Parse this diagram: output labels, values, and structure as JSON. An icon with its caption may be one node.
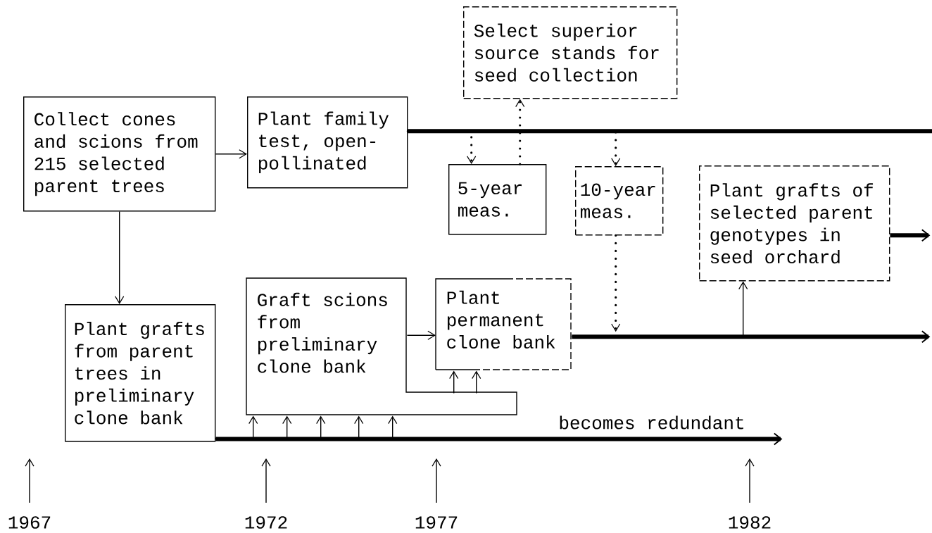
{
  "diagram": {
    "nodes": [
      {
        "text": [
          "Collect cones and scions from 215 selected parent trees"
        ]
      },
      {
        "text": [
          "Plant family test, open-pollinated"
        ]
      },
      {
        "text": [
          "Select superior source stands for seed collection"
        ]
      },
      {
        "text": [
          "5-year meas."
        ]
      },
      {
        "text": [
          "10-year meas."
        ]
      },
      {
        "text": [
          "Plant grafts of selected parent genotypes in seed orchard"
        ]
      },
      {
        "text": [
          "Plant grafts from parent trees in preliminary clone bank"
        ]
      },
      {
        "text": [
          "Graft scions from preliminary clone bank"
        ]
      },
      {
        "text": [
          "Plant permanent clone bank"
        ]
      }
    ],
    "edges": [
      {
        "from": 0,
        "to": 1,
        "arrow": "to"
      },
      {
        "from": 0,
        "to": 6,
        "arrow": "to"
      },
      {
        "from": 1,
        "to": null,
        "arrow": "none",
        "style": "thick"
      },
      {
        "from": 1,
        "to": 3,
        "arrow": "to",
        "style": "dashed"
      },
      {
        "from": 3,
        "to": 2,
        "arrow": "to",
        "style": "dashed"
      },
      {
        "from": 1,
        "to": 4,
        "arrow": "to",
        "style": "dashed"
      },
      {
        "from": 4,
        "to": 8,
        "arrow": "to",
        "style": "dashed"
      },
      {
        "from": 8,
        "to": null,
        "arrow": "to",
        "style": "thick"
      },
      {
        "from": 8,
        "to": 5,
        "arrow": "to"
      },
      {
        "from": 5,
        "to": null,
        "arrow": "to",
        "style": "thick"
      },
      {
        "from": 7,
        "to": 8,
        "arrow": "to"
      },
      {
        "from": 6,
        "to": 7,
        "arrow": "to"
      },
      {
        "from": 6,
        "to": 7,
        "arrow": "to"
      },
      {
        "from": 6,
        "to": 7,
        "arrow": "to"
      },
      {
        "from": 6,
        "to": 7,
        "arrow": "to"
      },
      {
        "from": 6,
        "to": 7,
        "arrow": "to"
      },
      {
        "from": 7,
        "to": 8,
        "arrow": "to"
      },
      {
        "from": 7,
        "to": 8,
        "arrow": "to"
      },
      {
        "from": 6,
        "to": null,
        "arrow": "to",
        "style": "thick",
        "label": "becomes redundant"
      }
    ],
    "labels": [
      "1967",
      "1972",
      "1977",
      "1982"
    ]
  }
}
